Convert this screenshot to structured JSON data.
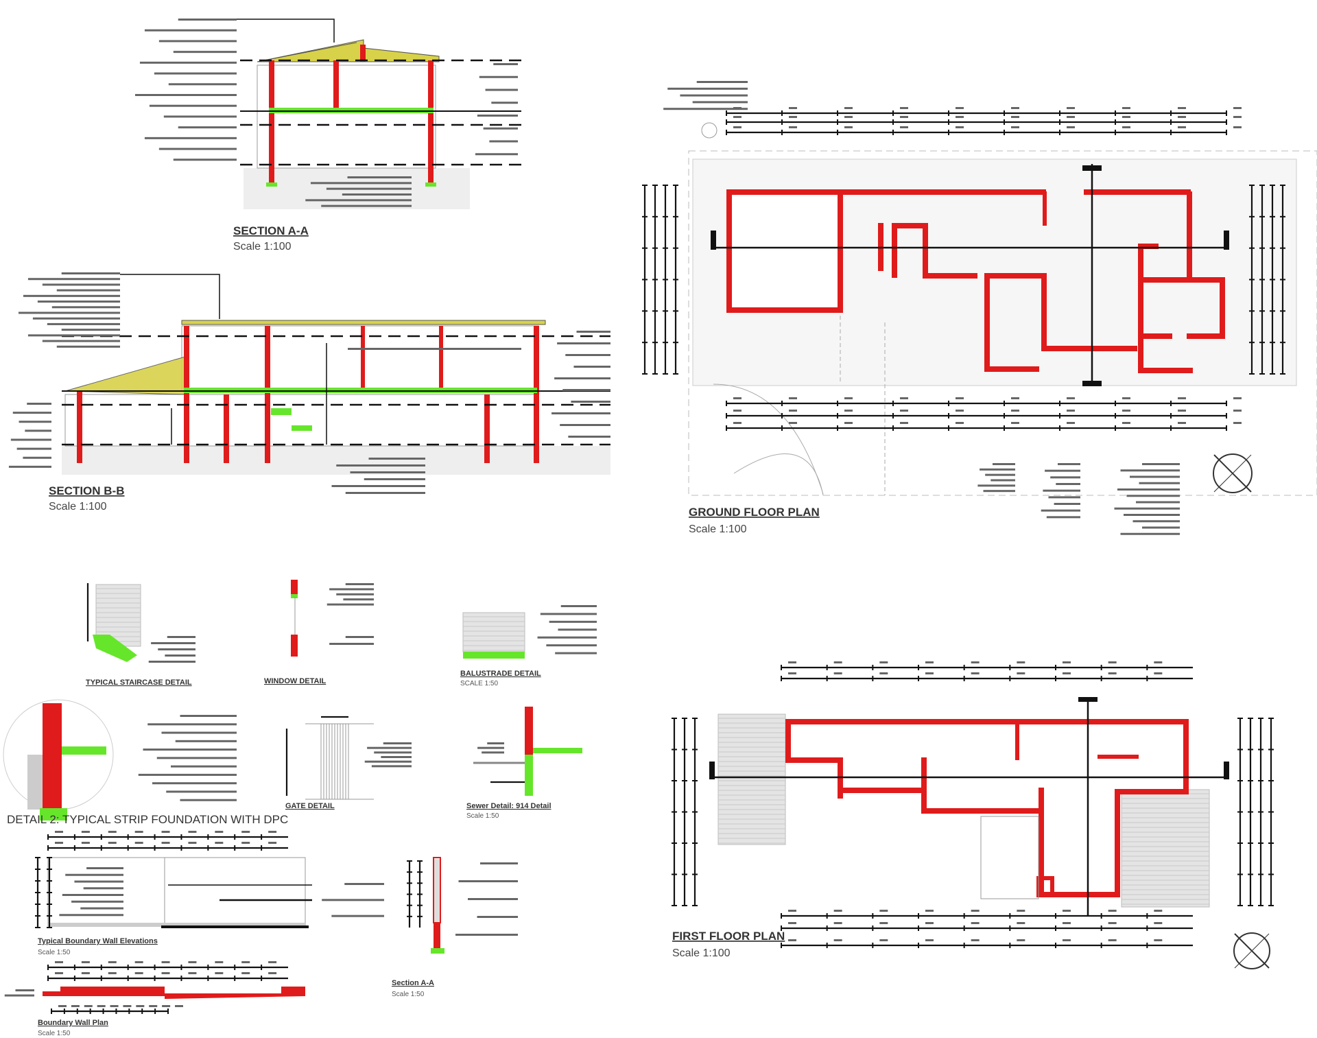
{
  "sheet": {
    "drawings": {
      "section_aa": {
        "title": "SECTION A-A",
        "scale": "Scale 1:100"
      },
      "section_bb": {
        "title": "SECTION B-B",
        "scale": "Scale 1:100"
      },
      "ground_floor_plan": {
        "title": "GROUND FLOOR PLAN",
        "scale": "Scale 1:100"
      },
      "first_floor_plan": {
        "title": "FIRST FLOOR PLAN",
        "scale": "Scale 1:100"
      },
      "staircase_detail": {
        "title": "TYPICAL STAIRCASE DETAIL"
      },
      "window_detail": {
        "title": "WINDOW DETAIL"
      },
      "balustrade_detail": {
        "title": "BALUSTRADE DETAIL",
        "scale": "SCALE 1:50"
      },
      "strip_foundation_detail": {
        "title": "DETAIL 2: TYPICAL STRIP FOUNDATION WITH DPC"
      },
      "gate_detail": {
        "title": "GATE DETAIL"
      },
      "sewer_detail": {
        "title": "Sewer Detail: 914 Detail",
        "scale": "Scale 1:50"
      },
      "boundary_wall_elevations": {
        "title": "Typical Boundary Wall Elevations",
        "scale": "Scale 1:50"
      },
      "boundary_wall_plan": {
        "title": "Boundary Wall Plan",
        "scale": "Scale 1:50"
      },
      "section_aa_wall": {
        "title": "Section A-A",
        "scale": "Scale 1:50"
      }
    }
  },
  "colors": {
    "wall": "#e01b1b",
    "slab": "#66e62a",
    "roof": "#d8d24a",
    "line": "#111111"
  }
}
